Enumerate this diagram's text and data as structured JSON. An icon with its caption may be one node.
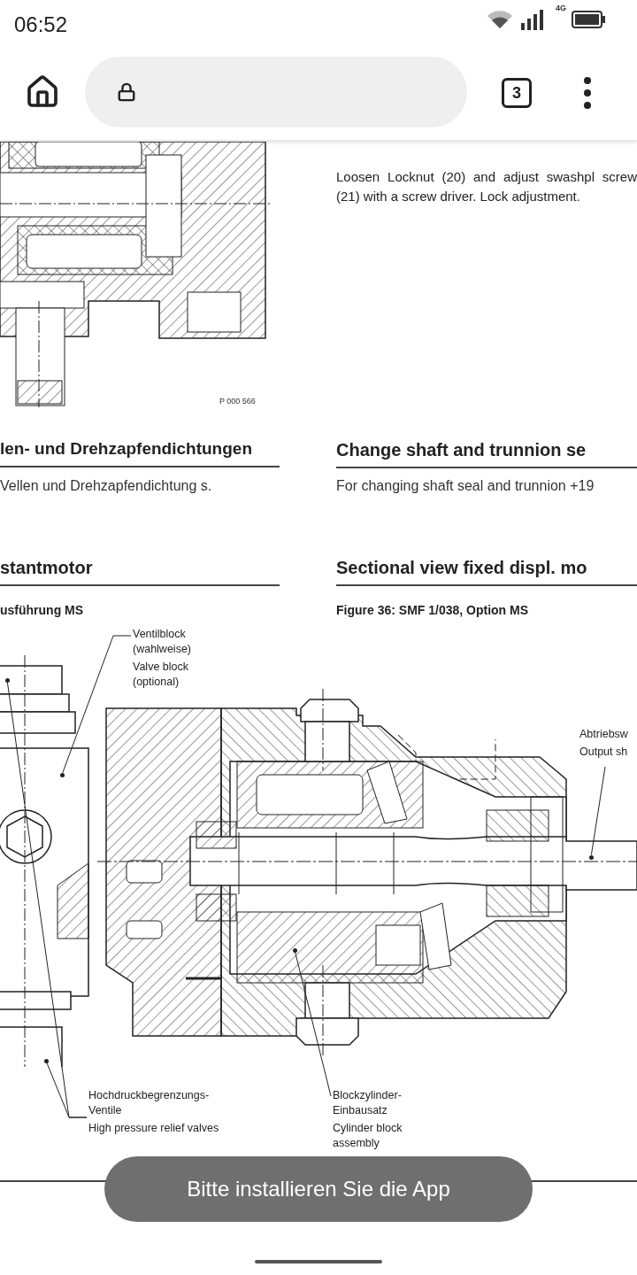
{
  "diagram": {
    "nodes": [
      {
        "text": [
          "Ventilblock (wahlweise)",
          "Valve block (optional)"
        ]
      },
      {
        "text": [],
        "shape": "circle"
      },
      {
        "text": [
          "Hochdruckbegrenzungs-Ventile",
          "High pressure relief valves"
        ]
      },
      {
        "text": [],
        "shape": "circle"
      },
      {
        "text": [],
        "shape": "circle"
      },
      {
        "text": [
          "Blockzylinder-Einbausatz",
          "Cylinder block assembly"
        ]
      },
      {
        "text": [],
        "shape": "circle"
      },
      {
        "text": [
          "Abtriebsw",
          "Output sh"
        ]
      },
      {
        "text": [],
        "shape": "circle"
      }
    ],
    "edges": [
      {
        "from": 0,
        "to": 1,
        "arrow": "none"
      },
      {
        "from": 2,
        "to": 3,
        "arrow": "none"
      },
      {
        "from": 2,
        "to": 4,
        "arrow": "none"
      },
      {
        "from": 5,
        "to": 6,
        "arrow": "none"
      },
      {
        "from": 7,
        "to": 8,
        "arrow": "none"
      }
    ],
    "labels": [
      "06:52",
      "4G",
      "3",
      "Loosen Locknut (20) and adjust swashpl screw (21) with a screw driver. Lock adjustment.",
      "P 000 566",
      "len- und Drehzapfendichtungen",
      "Change shaft and trunnion se",
      "Vellen und Drehzapfendichtung s.",
      "For changing shaft seal and trunnion +19",
      "stantmotor",
      "Sectional view fixed displ. mo",
      "usführung MS",
      "Figure 36: SMF 1/038, Option MS",
      "Bitte installieren Sie die App"
    ]
  }
}
